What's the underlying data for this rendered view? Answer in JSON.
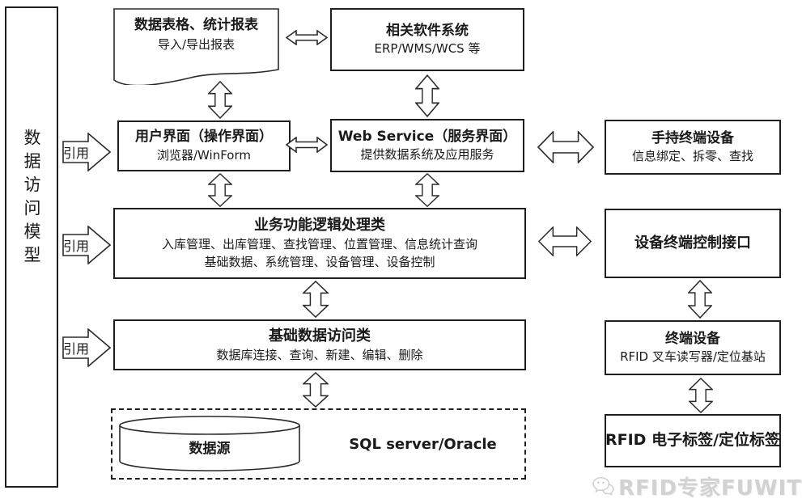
{
  "sidebar": {
    "label": "数据访问模型"
  },
  "ref": {
    "label": "引用"
  },
  "nodes": {
    "report": {
      "title": "数据表格、统计报表",
      "subtitle": "导入/导出报表"
    },
    "software": {
      "title": "相关软件系统",
      "subtitle": "ERP/WMS/WCS 等"
    },
    "user_interface": {
      "title": "用户界面（操作界面）",
      "subtitle": "浏览器/WinForm"
    },
    "web_service": {
      "title": "Web Service（服务界面）",
      "subtitle": "提供数据系统及应用服务"
    },
    "handheld": {
      "title": "手持终端设备",
      "subtitle": "信息绑定、拆零、查找"
    },
    "business_logic": {
      "title": "业务功能逻辑处理类",
      "line1": "入库管理、出库管理、查找管理、位置管理、信息统计查询",
      "line2": "基础数据、系统管理、设备管理、设备控制"
    },
    "device_interface": {
      "title": "设备终端控制接口"
    },
    "data_access": {
      "title": "基础数据访问类",
      "subtitle": "数据库连接、查询、新建、编辑、删除"
    },
    "terminal": {
      "title": "终端设备",
      "subtitle": "RFID 叉车读写器/定位基站"
    },
    "datasource": {
      "cylinder_label": "数据源",
      "db_label": "SQL server/Oracle"
    },
    "rfid_tags": {
      "title": "RFID 电子标签/定位标签"
    }
  },
  "watermark": {
    "text": "RFID专家FUWIT"
  },
  "colors": {
    "line": "#1f1f1f",
    "background": "#ffffff",
    "watermark": "#d2d2d2"
  }
}
